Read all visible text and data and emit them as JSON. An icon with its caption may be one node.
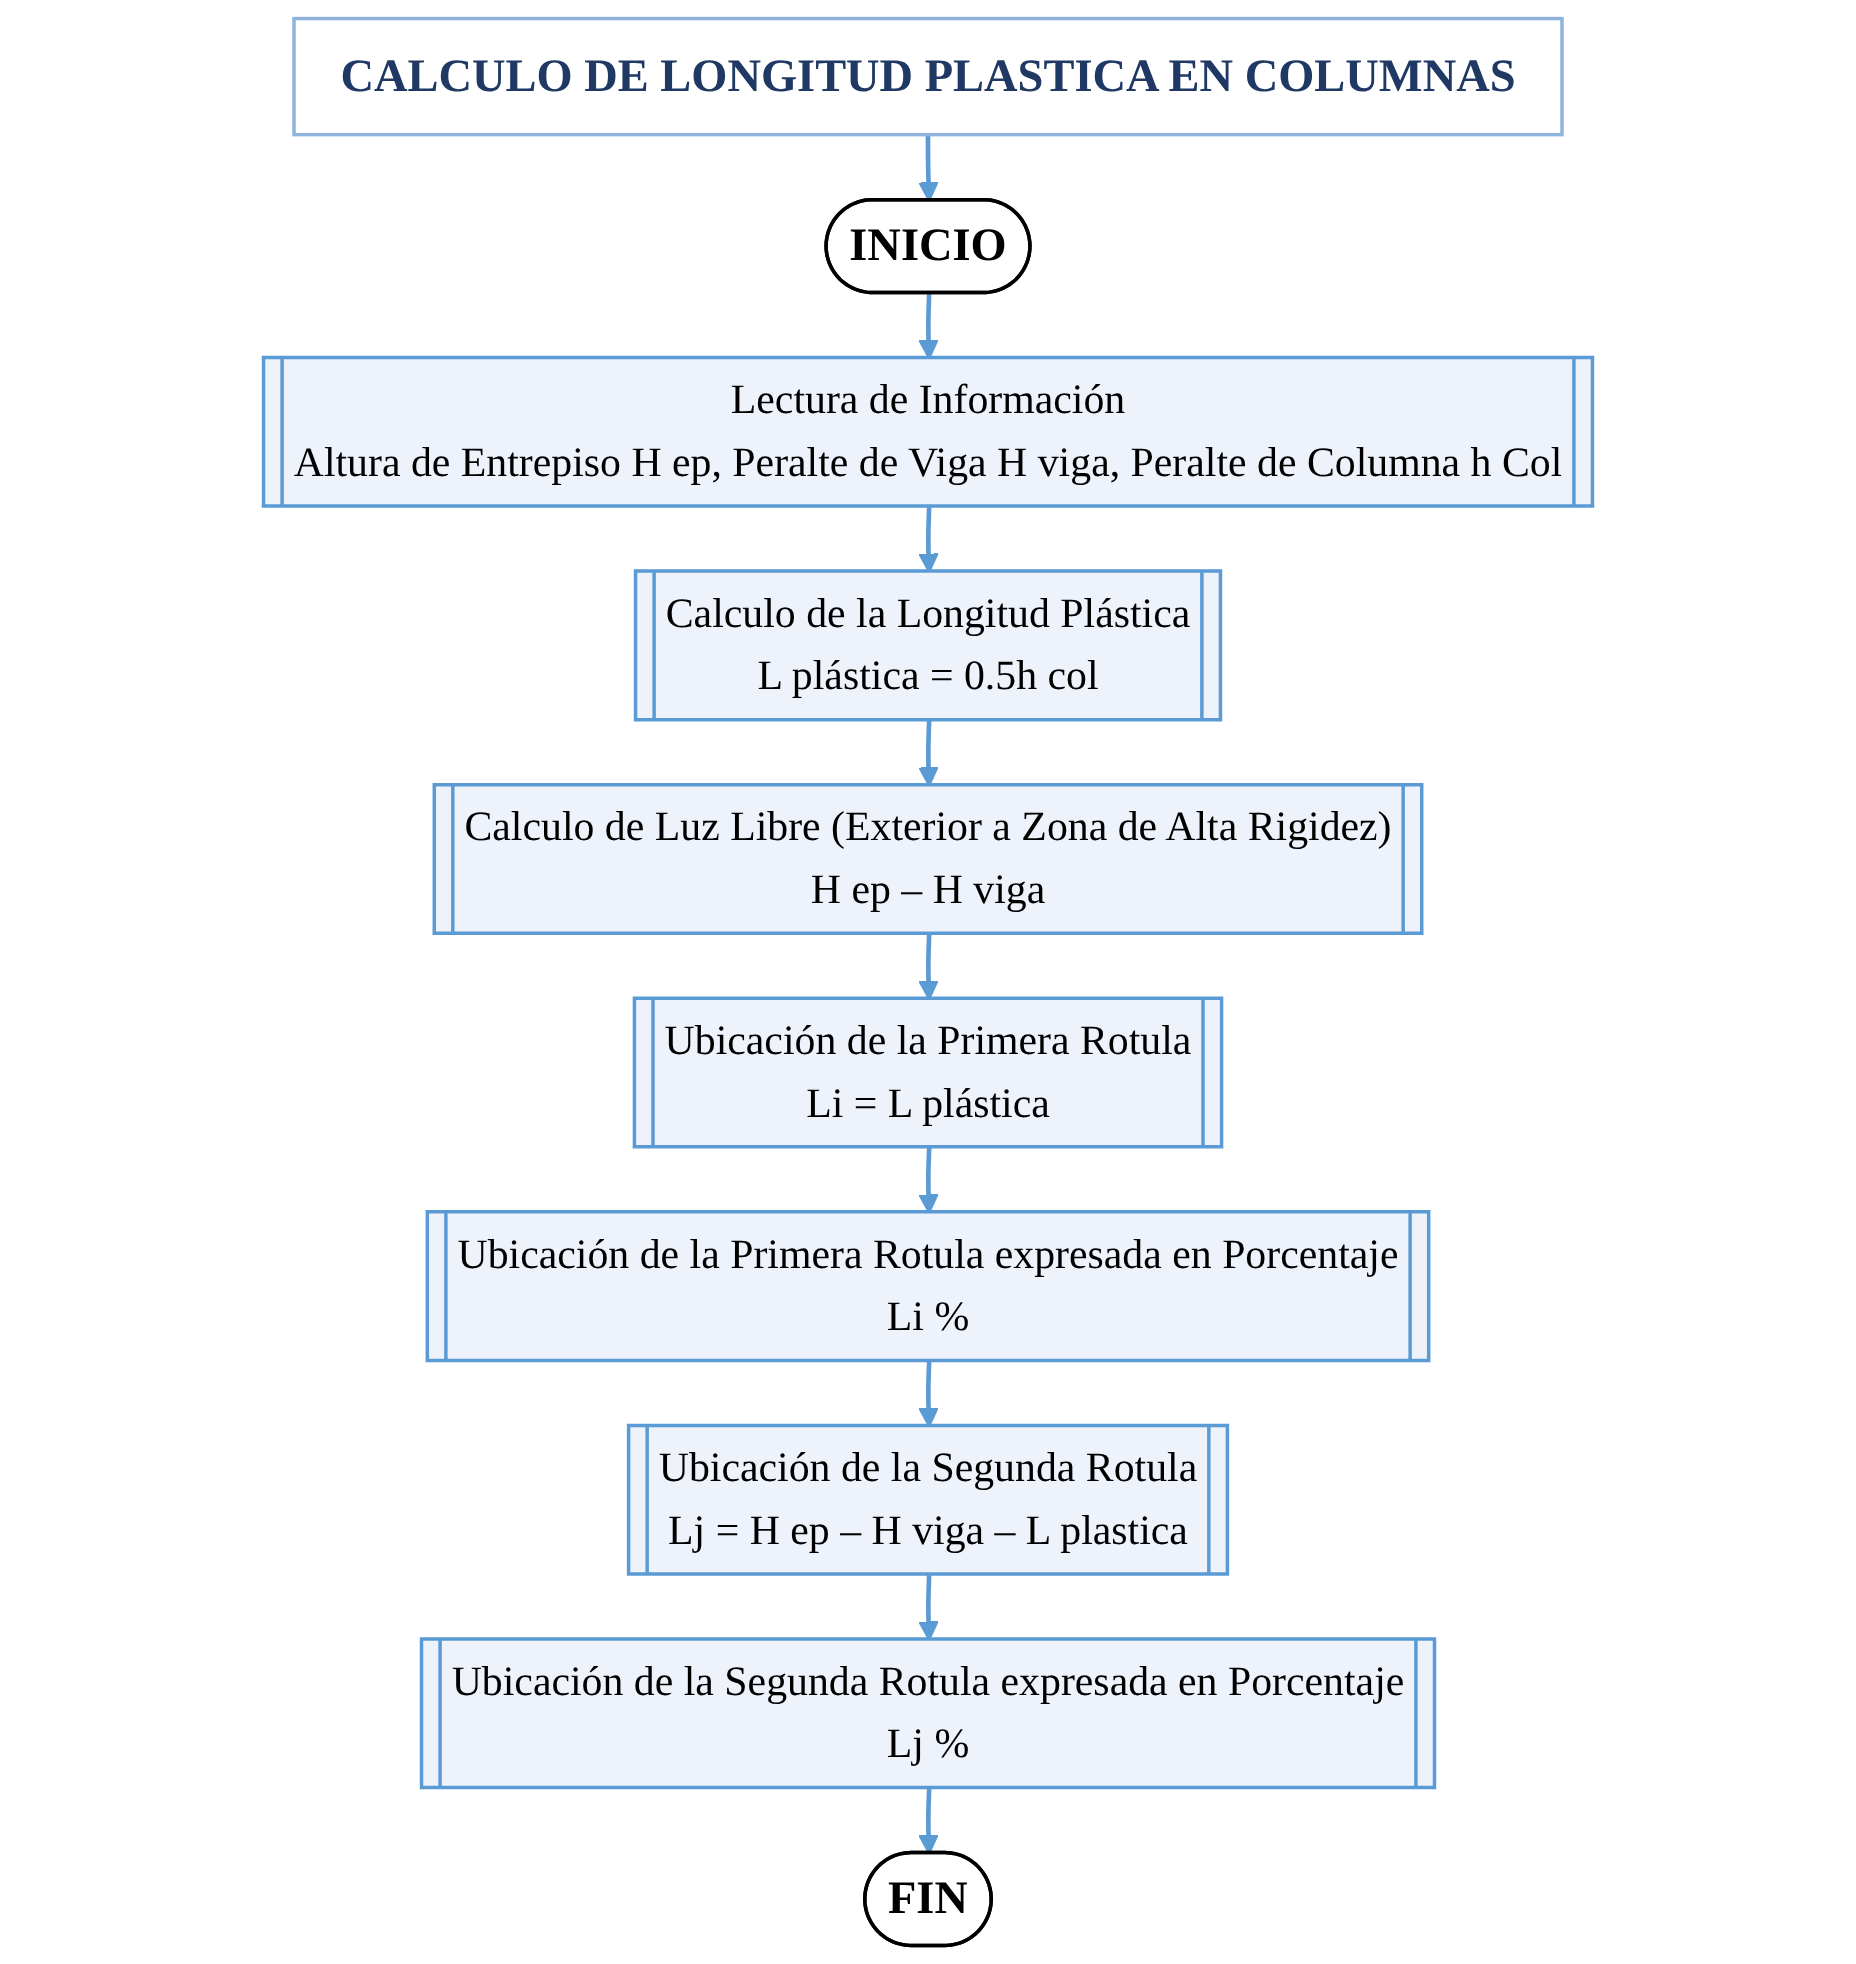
{
  "diagram": {
    "nodes": [
      {
        "text": [
          "CALCULO DE LONGITUD PLASTICA EN COLUMNAS"
        ]
      },
      {
        "text": [
          "INICIO"
        ]
      },
      {
        "text": [
          "Lectura de Información",
          "Altura de Entrepiso H ep, Peralte de Viga H viga, Peralte de Columna h Col"
        ]
      },
      {
        "text": [
          "Calculo de la Longitud Plástica",
          "L plástica = 0.5h col"
        ]
      },
      {
        "text": [
          "Calculo de Luz Libre (Exterior a Zona de Alta Rigidez)",
          "H ep – H viga"
        ]
      },
      {
        "text": [
          "Ubicación de la Primera Rotula",
          "Li = L plástica"
        ]
      },
      {
        "text": [
          "Ubicación de la Primera Rotula expresada en Porcentaje",
          "Li %"
        ]
      },
      {
        "text": [
          "Ubicación de la Segunda Rotula",
          "Lj = H ep – H viga – L plastica"
        ]
      },
      {
        "text": [
          "Ubicación de la Segunda Rotula expresada en Porcentaje",
          "Lj %"
        ]
      },
      {
        "text": [
          "FIN"
        ]
      }
    ],
    "edges": [
      {
        "from": 0,
        "to": 1,
        "arrow": "to"
      },
      {
        "from": 1,
        "to": 2,
        "arrow": "to"
      },
      {
        "from": 2,
        "to": 3,
        "arrow": "to"
      },
      {
        "from": 3,
        "to": 4,
        "arrow": "to"
      },
      {
        "from": 4,
        "to": 5,
        "arrow": "to"
      },
      {
        "from": 5,
        "to": 6,
        "arrow": "to"
      },
      {
        "from": 6,
        "to": 7,
        "arrow": "to"
      },
      {
        "from": 7,
        "to": 8,
        "arrow": "to"
      },
      {
        "from": 8,
        "to": 9,
        "arrow": "to"
      }
    ]
  }
}
